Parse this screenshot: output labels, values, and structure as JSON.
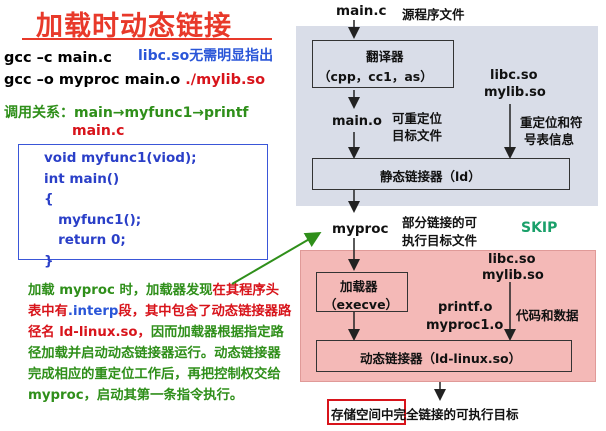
{
  "title": "加载时动态链接",
  "commands": {
    "line1": "gcc –c main.c",
    "line2_prefix": "gcc –o myproc main.o",
    "line2_suffix": "./mylib.so",
    "note": "libc.so无需明显指出"
  },
  "call_relation": "调用关系：main→myfunc1→printf",
  "code_file": "main.c",
  "code_lines": [
    "void myfunc1(viod);",
    "int main()",
    "{",
    "   myfunc1();",
    "   return 0;",
    "}"
  ],
  "diagram": {
    "source_file": "main.c",
    "source_label": "源程序文件",
    "translator_title": "翻译器",
    "translator_sub": "（cpp，cc1，as）",
    "object_file": "main.o",
    "object_desc_1": "可重定位",
    "object_desc_2": "目标文件",
    "libs_top_1": "libc.so",
    "libs_top_2": "mylib.so",
    "reloc_desc_1": "重定位和符",
    "reloc_desc_2": "号表信息",
    "static_linker": "静态链接器（ld）",
    "output_file": "myproc",
    "output_desc_1": "部分链接的可",
    "output_desc_2": "执行目标文件",
    "skip": "SKIP",
    "loader_title": "加载器",
    "loader_sub": "（execve）",
    "libs_bottom_1": "libc.so",
    "libs_bottom_2": "mylib.so",
    "objs_1": "printf.o",
    "objs_2": "myproc1.o",
    "code_data": "代码和数据",
    "dynamic_linker": "动态链接器（ld-linux.so）",
    "final_desc": "存储空间中完全链接的可执行目标"
  },
  "explanation": {
    "p1": "加载 myproc 时，加载器发现",
    "p2": "在其程序头表中有",
    "p3": ".interp",
    "p4": "段，其中包含了动态链接器路径名 ld-linux.so，",
    "p5": "因而加载器根据指定路径加载并启动动态链接器运行。动态链接器完成相应的重定位工作后，再把控制权交给myproc，启动其第一条指令执行。"
  },
  "colors": {
    "title": "#e8392a",
    "red": "#d8141b",
    "blue": "#2a56d8",
    "green": "#2f8f1a",
    "gray_panel": "#d9dde8",
    "pink_panel": "#f4b9b7"
  }
}
